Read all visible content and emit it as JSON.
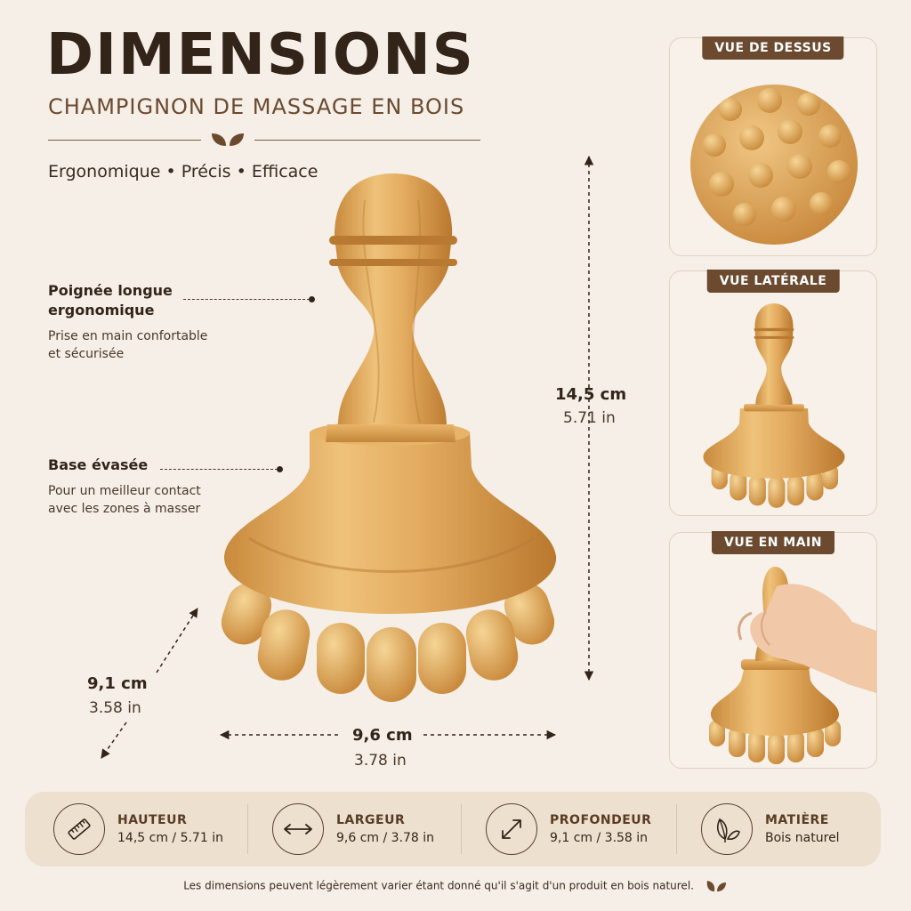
{
  "header": {
    "title": "DIMENSIONS",
    "subtitle": "CHAMPIGNON DE MASSAGE EN BOIS",
    "tagline": "Ergonomique • Précis • Efficace"
  },
  "callouts": [
    {
      "title_line1": "Poignée longue",
      "title_line2": "ergonomique",
      "text_line1": "Prise en main confortable",
      "text_line2": "et sécurisée"
    },
    {
      "title_line1": "Base évasée",
      "text_line1": "Pour un meilleur contact",
      "text_line2": "avec les zones à masser"
    }
  ],
  "dimensions": {
    "height": {
      "metric": "14,5 cm",
      "imperial": "5.71 in"
    },
    "width": {
      "metric": "9,6 cm",
      "imperial": "3.78 in"
    },
    "depth": {
      "metric": "9,1 cm",
      "imperial": "3.58 in"
    }
  },
  "panels": [
    {
      "label": "VUE DE DESSUS"
    },
    {
      "label": "VUE LATÉRALE"
    },
    {
      "label": "VUE EN MAIN"
    }
  ],
  "info_bar": [
    {
      "title": "HAUTEUR",
      "value": "14,5 cm / 5.71 in",
      "icon": "ruler-icon"
    },
    {
      "title": "LARGEUR",
      "value": "9,6 cm / 3.78 in",
      "icon": "horizontal-arrows-icon"
    },
    {
      "title": "PROFONDEUR",
      "value": "9,1 cm / 3.58 in",
      "icon": "diagonal-arrows-icon"
    },
    {
      "title": "MATIÈRE",
      "value": "Bois naturel",
      "icon": "leaf-icon"
    }
  ],
  "footer": "Les dimensions peuvent légèrement varier étant donné qu'il s'agit d'un produit en bois naturel.",
  "colors": {
    "background": "#f5efe7",
    "wood": "#d9a55a",
    "accent": "#6b4a30",
    "text": "#33241a"
  }
}
